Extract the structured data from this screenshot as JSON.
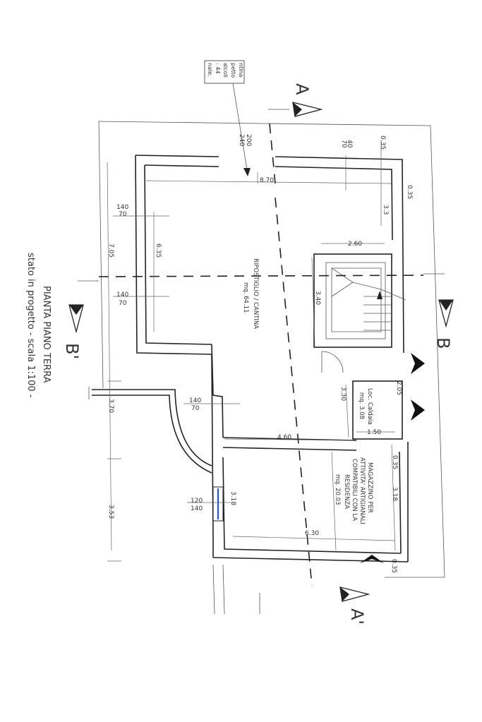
{
  "note_lines": [
    "ntina",
    "petto",
    "alcoli",
    ": 44",
    "nale."
  ],
  "sections": {
    "a_top": "A",
    "a_bottom": "A'",
    "b_right": "B",
    "b_left": "B'"
  },
  "title": {
    "line1": "PIANTA PIANO TERRA",
    "line2": "stato in progetto - scala 1:100 -"
  },
  "rooms": {
    "cellar": {
      "name": "RIPOSTIGLIO / CANTINA",
      "area": "mq. 64.11"
    },
    "boiler": {
      "name": "Loc. Caldaia",
      "area": "mq. 3.08"
    },
    "shop": {
      "lines": [
        "MAGAZZINO PER",
        "ATTIVITA' ARTIGIANALI",
        "COMPATIBILI CON LA",
        "RESIDENZA",
        "mq. 20.03"
      ]
    }
  },
  "dims": {
    "d200": "200",
    "d240": "240",
    "d870": "8.70",
    "d035a": "0.35",
    "d035b": "0.35",
    "d140a": "140",
    "d70a": "70",
    "d40": "40",
    "d70b": "70",
    "d33": "3.3",
    "d260": "2.60",
    "d705": "7.05",
    "d635": "6.35",
    "d340": "3.40",
    "d140b": "140",
    "d70c": "70",
    "d330": "3.30",
    "d205": "2.05",
    "d140c": "140",
    "d70d": "70",
    "d460": "4.60",
    "d150": "1.50",
    "d370": "3.70",
    "d035c": "0.35",
    "d318a": "3.18",
    "d318b": "3.18",
    "d120": "120",
    "d140d": "140",
    "d353": "3.53",
    "d630": "6.30",
    "d035d": "0.35"
  }
}
